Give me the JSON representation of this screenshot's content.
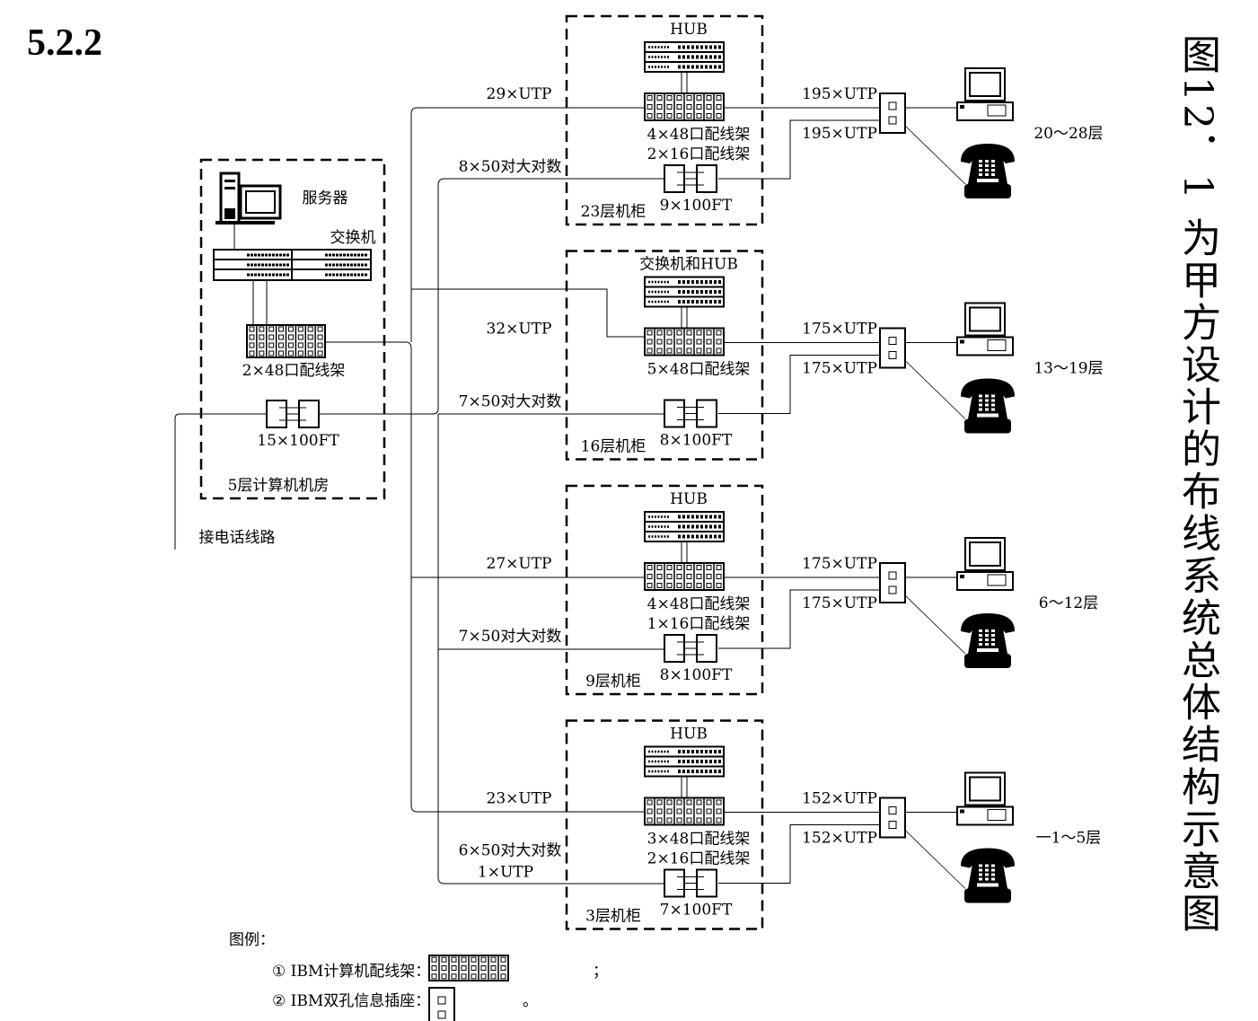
{
  "section_number": "5.2.2",
  "figure_title": "图12．1 为甲方设计的布线系统总体结构示意图",
  "computer_room": {
    "server_label": "服务器",
    "switch_label": "交换机",
    "patch_label": "2×48口配线架",
    "fiber_label": "15×100FT",
    "room_label": "5层计算机机房",
    "phone_line_label": "接电话线路"
  },
  "cabinets": [
    {
      "top_label": "HUB",
      "feed_utp": "29×UTP",
      "panel_labels": [
        "4×48口配线架",
        "2×16口配线架"
      ],
      "backbone": "8×50对大对数",
      "backbone_extra": "",
      "cabinet": "23层机柜",
      "fiber": "9×100FT",
      "utp_out": [
        "195×UTP",
        "195×UTP"
      ],
      "floors": "20～28层",
      "has_hub": true
    },
    {
      "top_label": "交换机和HUB",
      "feed_utp": "32×UTP",
      "panel_labels": [
        "5×48口配线架"
      ],
      "backbone": "7×50对大对数",
      "backbone_extra": "",
      "cabinet": "16层机柜",
      "fiber": "8×100FT",
      "utp_out": [
        "175×UTP",
        "175×UTP"
      ],
      "floors": "13～19层",
      "has_hub": true
    },
    {
      "top_label": "HUB",
      "feed_utp": "27×UTP",
      "panel_labels": [
        "4×48口配线架",
        "1×16口配线架"
      ],
      "backbone": "7×50对大对数",
      "backbone_extra": "",
      "cabinet": "9层机柜",
      "fiber": "8×100FT",
      "utp_out": [
        "175×UTP",
        "175×UTP"
      ],
      "floors": "6～12层",
      "has_hub": true
    },
    {
      "top_label": "HUB",
      "feed_utp": "23×UTP",
      "panel_labels": [
        "3×48口配线架",
        "2×16口配线架"
      ],
      "backbone": "6×50对大对数",
      "backbone_extra": "1×UTP",
      "cabinet": "3层机柜",
      "fiber": "7×100FT",
      "utp_out": [
        "152×UTP",
        "152×UTP"
      ],
      "floors": "一1～5层",
      "has_hub": true
    }
  ],
  "legend": {
    "title": "图例：",
    "item1": "① IBM计算机配线架：",
    "item1_end": "；",
    "item2": "② IBM双孔信息插座：",
    "item2_end": "。"
  }
}
